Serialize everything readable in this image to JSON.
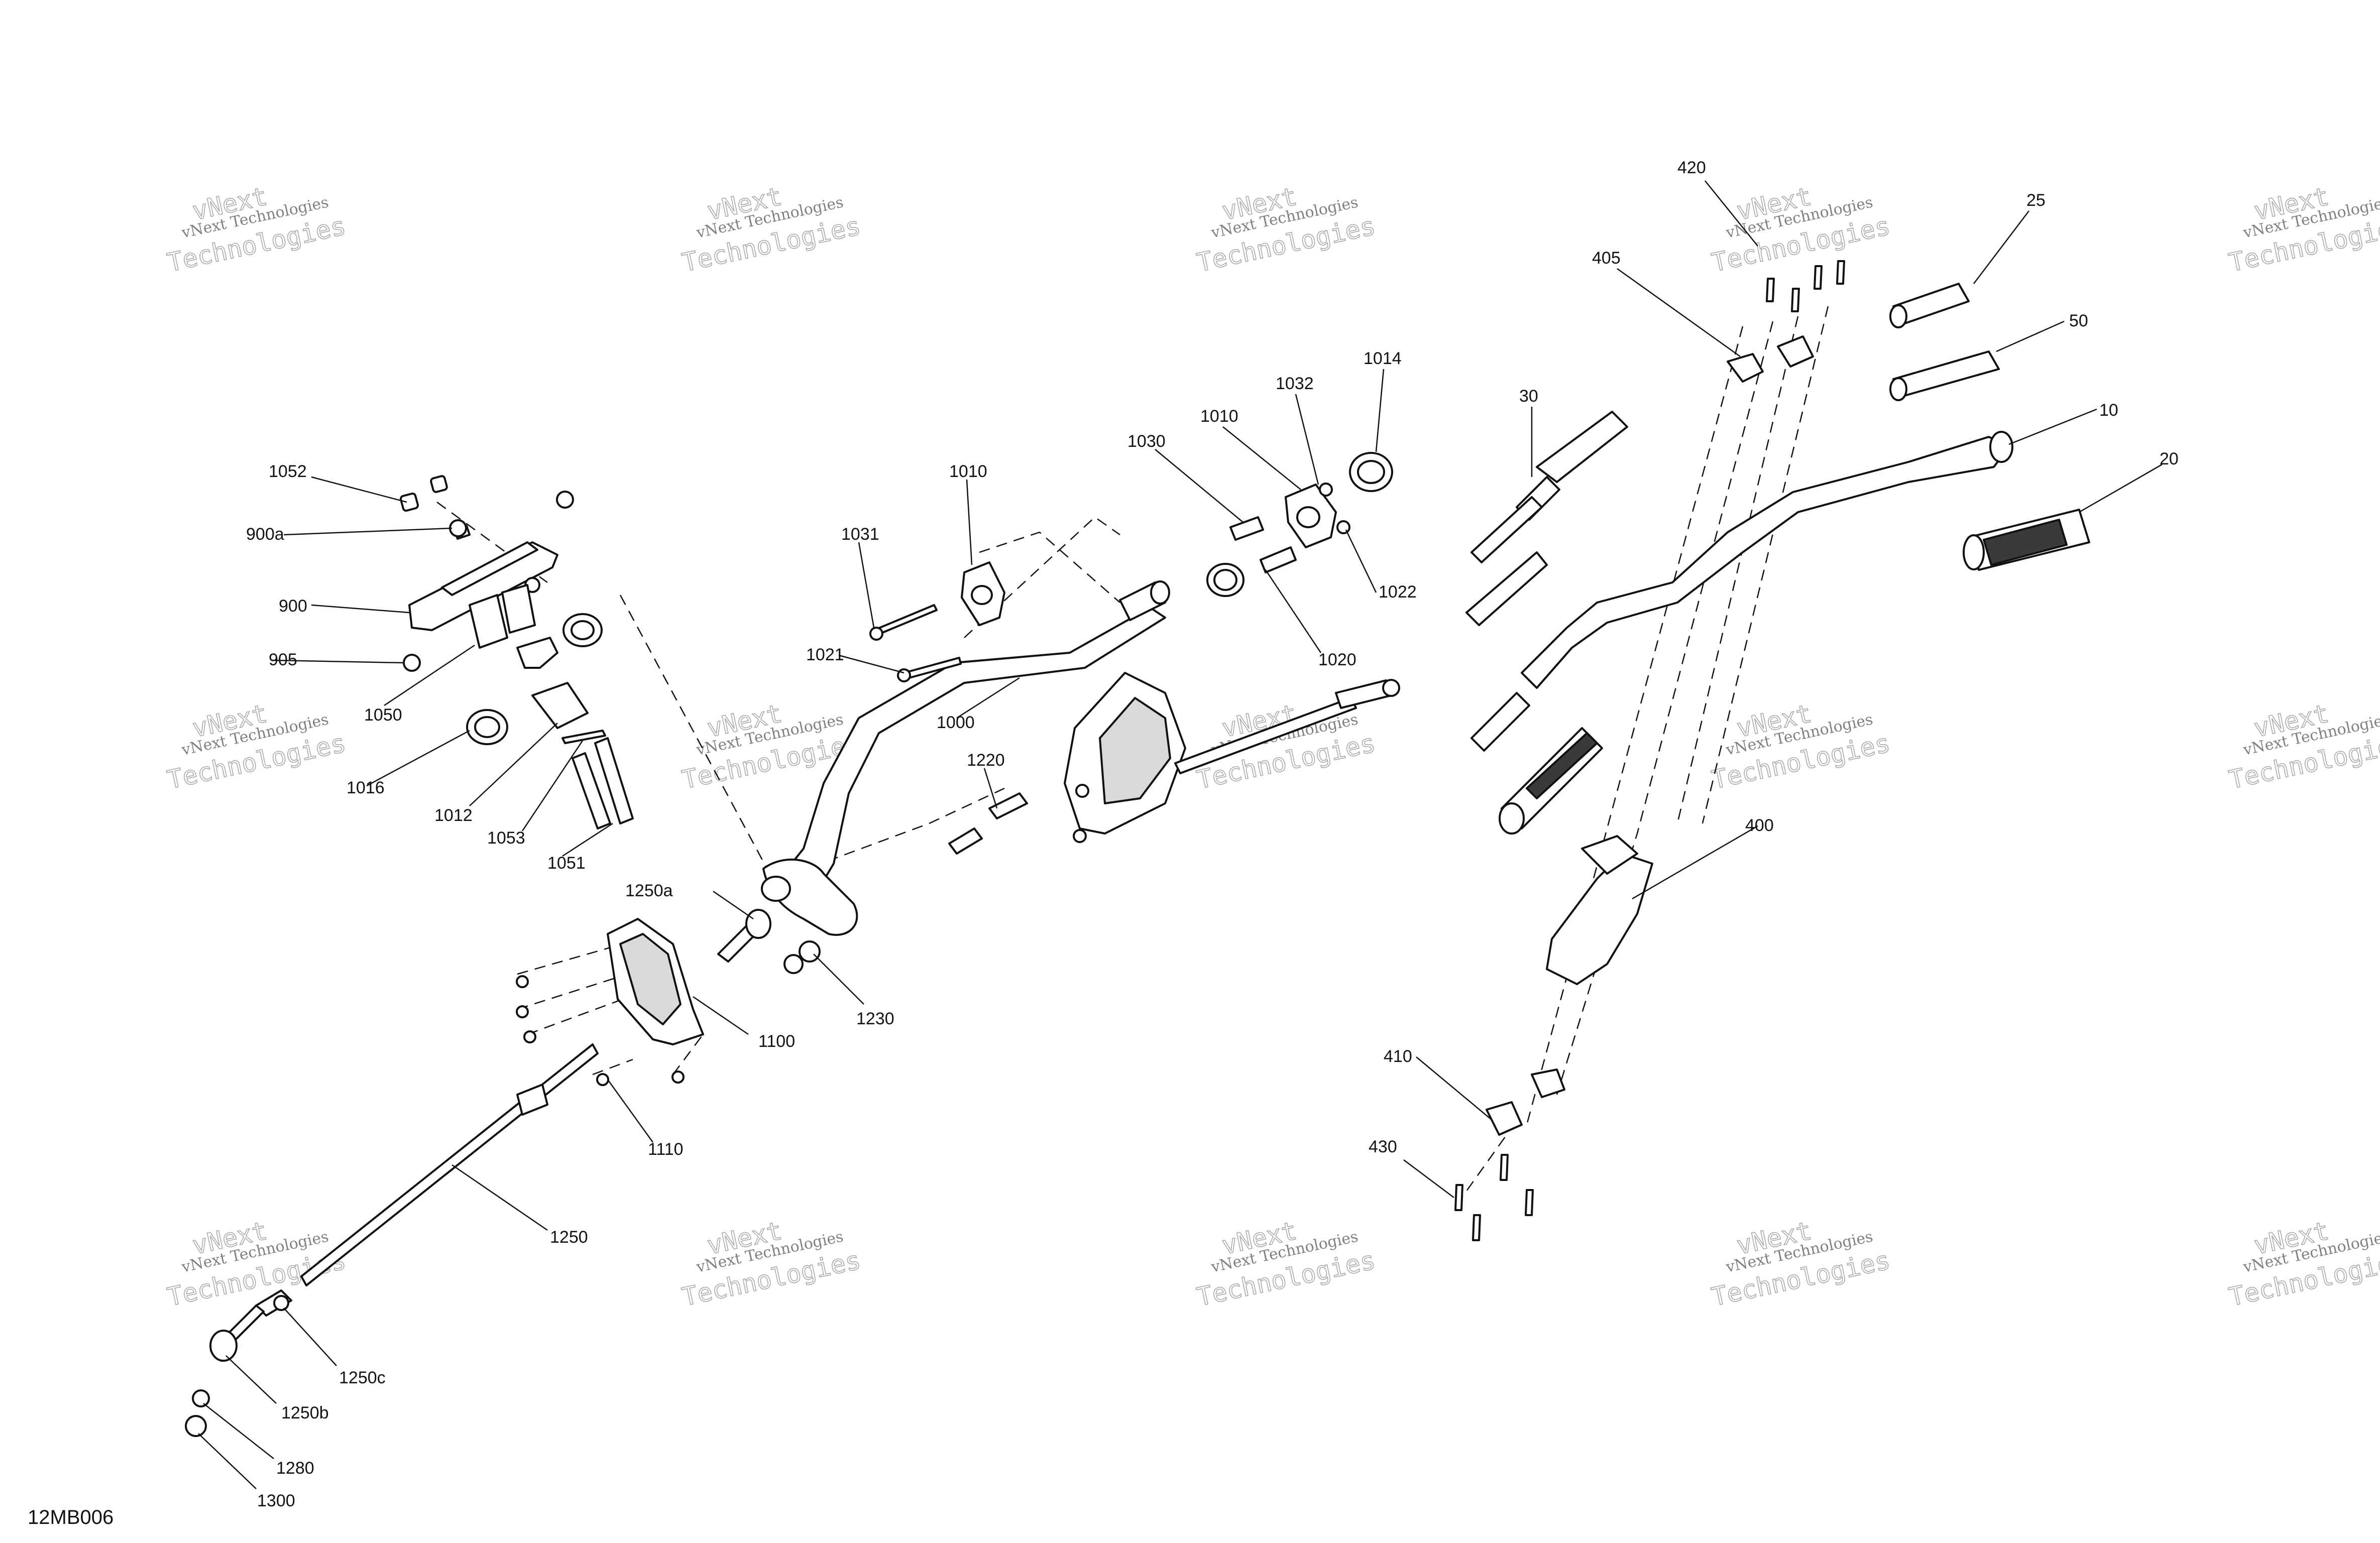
{
  "diagram": {
    "reference_code": "12MB006",
    "watermark": {
      "line1": "vNext Technologies",
      "line2": "vNext",
      "line3": "Technologies"
    },
    "callouts": [
      "420",
      "25",
      "405",
      "50",
      "30",
      "10",
      "1014",
      "1032",
      "20",
      "1010",
      "1030",
      "1052",
      "1010",
      "900a",
      "1022",
      "1031",
      "900",
      "1020",
      "905",
      "1021",
      "1000",
      "1050",
      "1016",
      "1220",
      "1012",
      "1053",
      "400",
      "1051",
      "1250a",
      "1230",
      "1100",
      "410",
      "1110",
      "430",
      "1250",
      "1250c",
      "1250b",
      "1280",
      "1300"
    ]
  }
}
